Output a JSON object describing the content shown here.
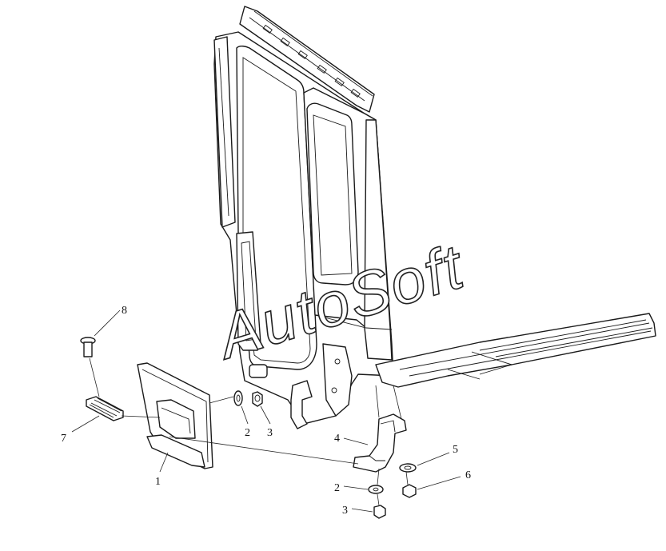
{
  "diagram": {
    "watermark": "AutoSoft",
    "callouts": [
      {
        "id": "c8",
        "label": "8"
      },
      {
        "id": "c7",
        "label": "7"
      },
      {
        "id": "c1",
        "label": "1"
      },
      {
        "id": "c2a",
        "label": "2"
      },
      {
        "id": "c3a",
        "label": "3"
      },
      {
        "id": "c4",
        "label": "4"
      },
      {
        "id": "c5",
        "label": "5"
      },
      {
        "id": "c6",
        "label": "6"
      },
      {
        "id": "c2b",
        "label": "2"
      },
      {
        "id": "c3b",
        "label": "3"
      }
    ]
  }
}
